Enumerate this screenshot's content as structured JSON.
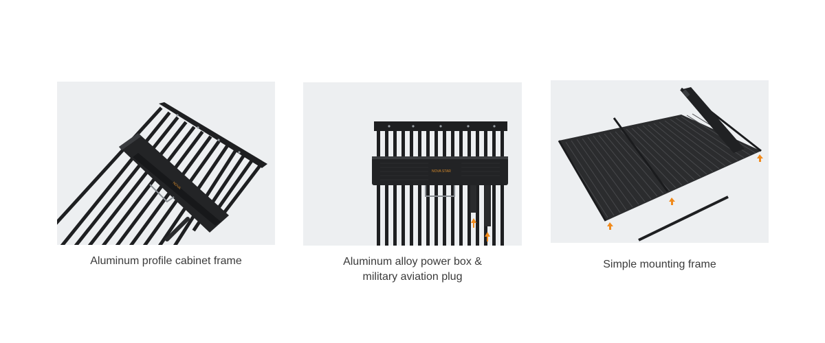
{
  "features": [
    {
      "caption_lines": [
        "Aluminum profile cabinet frame"
      ],
      "image": "cabinet-frame-photo"
    },
    {
      "caption_lines": [
        "Aluminum alloy power box &",
        "military aviation plug"
      ],
      "image": "power-box-photo",
      "logo_text": "NOVA STAR"
    },
    {
      "caption_lines": [
        "Simple mounting frame"
      ],
      "image": "mounting-frame-photo"
    }
  ],
  "colors": {
    "photo_bg": "#edeff1",
    "metal": "#1e1f21",
    "accent_arrow": "#f08a1c",
    "caption": "#3a3a3a"
  }
}
